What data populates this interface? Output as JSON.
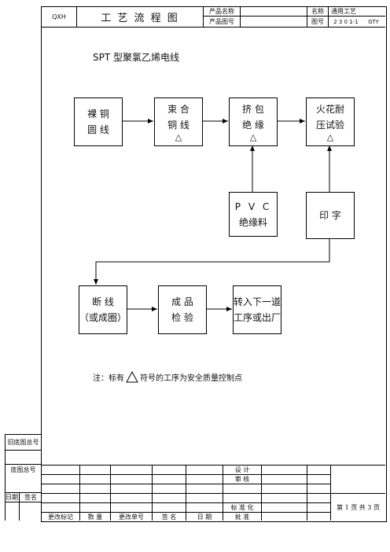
{
  "header": {
    "code": "QXH",
    "title": "工 艺 流 程 图",
    "product_name_label": "产品名称",
    "product_drawing_label": "产品图号",
    "name_label": "名称",
    "name_value": "通用工艺",
    "drawing_no_label": "图号",
    "drawing_no_value": "2 3 0 1-1",
    "drawing_suffix": "GTY"
  },
  "flow": {
    "heading": "SPT 型聚氯乙烯电线",
    "boxes": {
      "bare_copper": {
        "line1": "裸  铜",
        "line2": "圆  线"
      },
      "bunch": {
        "line1": "束  合",
        "line2": "铜  线",
        "mark": "△"
      },
      "extrude": {
        "line1": "挤  包",
        "line2": "绝  缘",
        "mark": "△"
      },
      "spark": {
        "line1": "火花耐",
        "line2": "压试验",
        "mark": "△"
      },
      "pvc": {
        "line1": "P V C",
        "line2": "绝缘料"
      },
      "print": {
        "line1": "印  字"
      },
      "cut": {
        "line1": "断  线",
        "line2": "（或成圈）"
      },
      "inspect": {
        "line1": "成  品",
        "line2": "检  验"
      },
      "transfer": {
        "line1": "转入下一道",
        "line2": "工序或出厂"
      }
    },
    "note_prefix": "注：标有",
    "note_suffix": "符号的工序为安全质量控制点"
  },
  "side": {
    "old_total": "旧底图总号",
    "base_total": "底图总号",
    "date": "日期",
    "sign": "签名"
  },
  "footer": {
    "design": "设    计",
    "review": "审    核",
    "standard": "标 准 化",
    "approve": "批    准",
    "page": "第  1 页  共  3 页",
    "cols": {
      "mark": "更改标记",
      "qty": "数  量",
      "order": "更改单号",
      "sign": "签    名",
      "date": "日    期"
    }
  }
}
